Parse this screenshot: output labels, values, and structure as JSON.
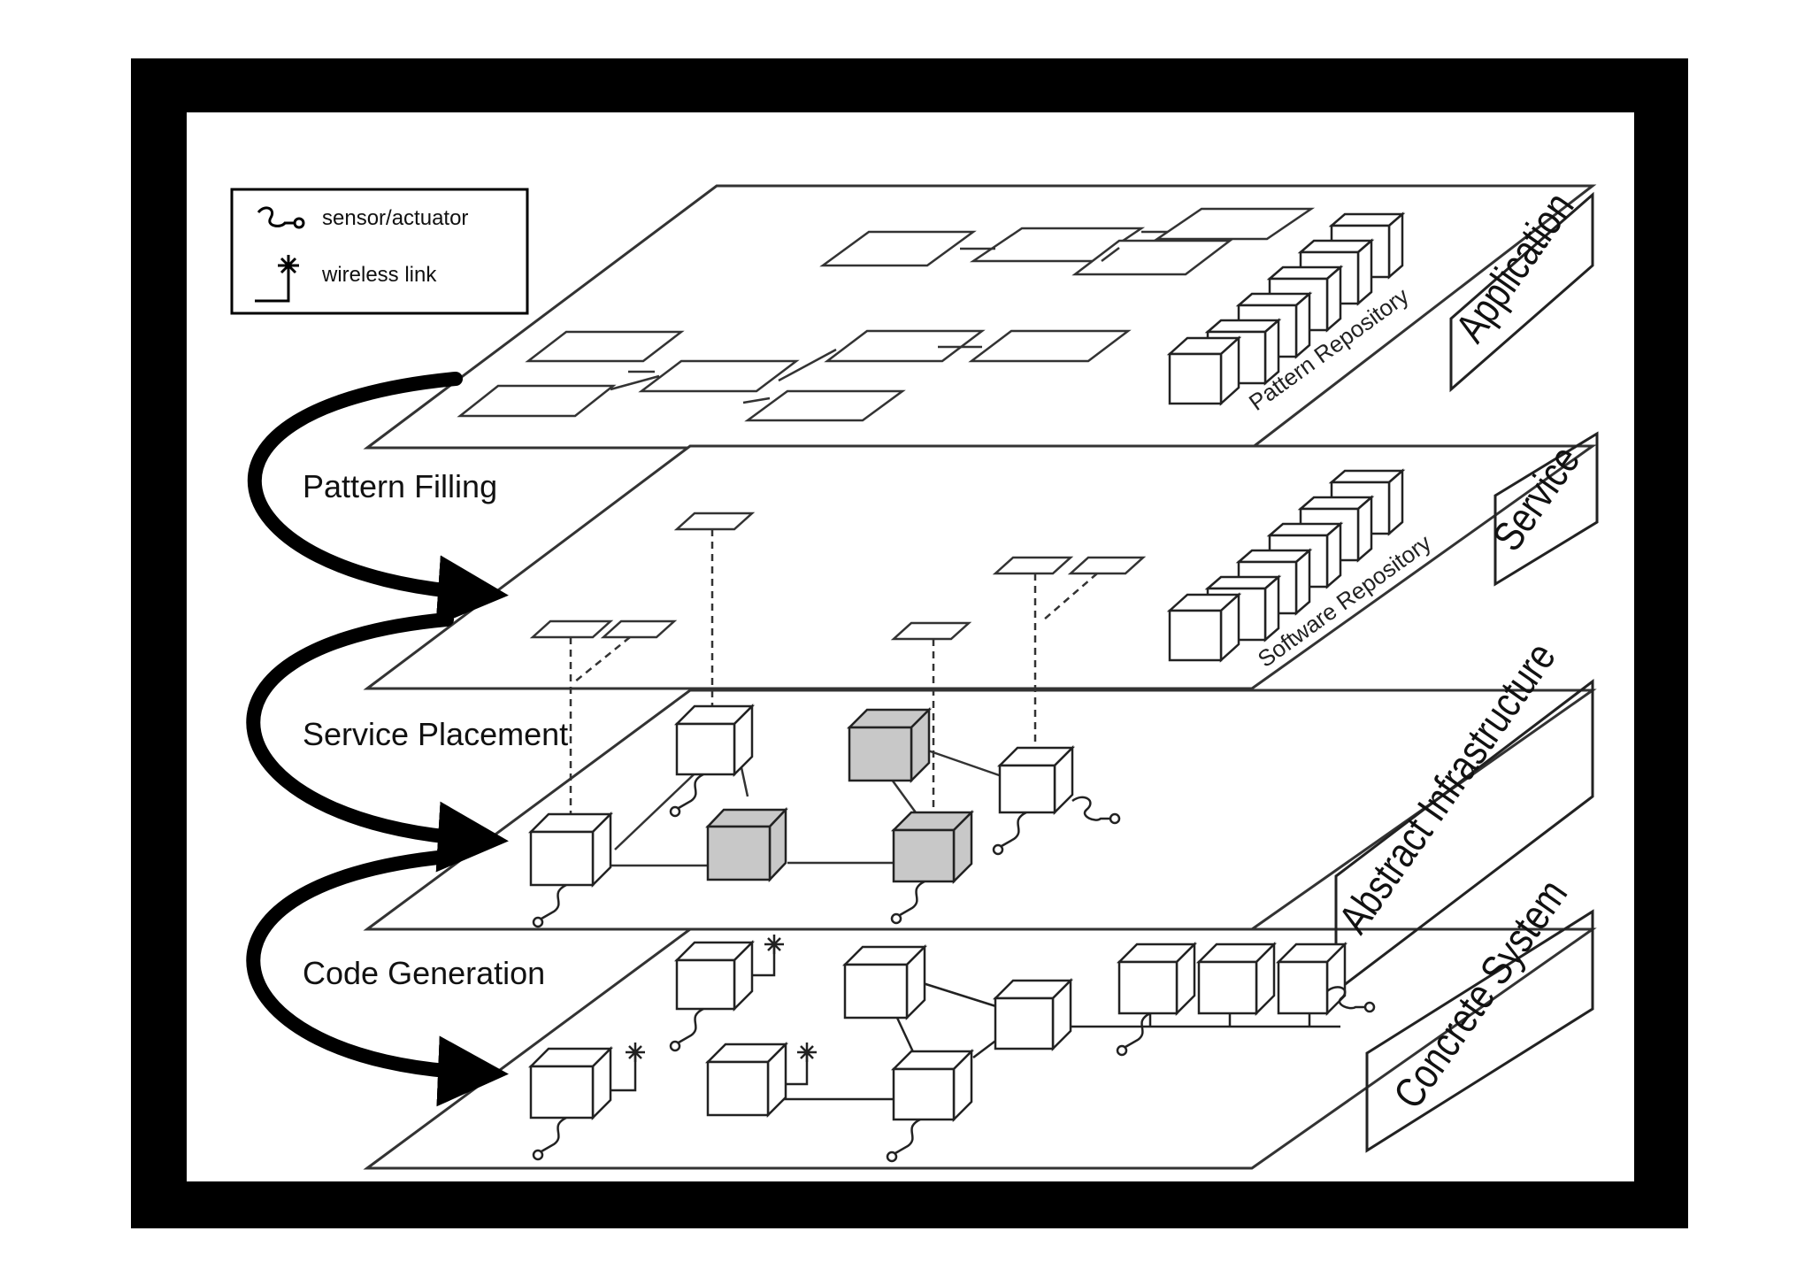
{
  "legend": {
    "sensor_label": "sensor/actuator",
    "wireless_label": "wireless link"
  },
  "steps": {
    "pattern_filling": "Pattern Filling",
    "service_placement": "Service Placement",
    "code_generation": "Code Generation"
  },
  "layers": {
    "application": "Application",
    "service": "Service",
    "abstract_infrastructure": "Abstract Infrastructure",
    "concrete_system": "Concrete System"
  },
  "repositories": {
    "pattern": "Pattern Repository",
    "software": "Software Repository"
  },
  "colors": {
    "frame": "#000000",
    "line": "#111111",
    "filled_node": "#c8c8c8"
  }
}
